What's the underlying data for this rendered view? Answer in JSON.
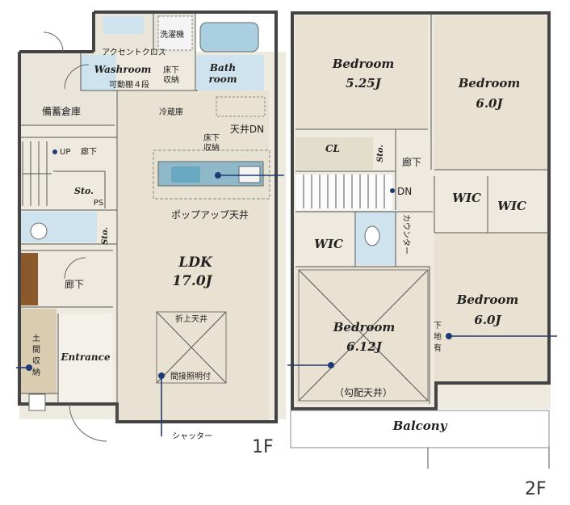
{
  "floor1": {
    "floor_label": "1F",
    "rooms": {
      "ldk_name": "LDK",
      "ldk_size": "17.0J",
      "washroom": "Washroom",
      "laundry": "洗濯機",
      "accent_cloth": "アクセントクロス",
      "shelf": "可動棚４段",
      "underfloor_1a": "床下",
      "underfloor_1b": "収納",
      "bath_1": "Bath",
      "bath_2": "room",
      "storage": "備蓄倉庫",
      "fridge": "冷蔵庫",
      "ceiling_dn": "天井DN",
      "underfloor_2a": "床下",
      "underfloor_2b": "収納",
      "up": "UP",
      "corridor_1": "廊下",
      "sto_1": "Sto.",
      "ps": "PS",
      "sto_2": "Sto.",
      "popup": "ポップアップ天井",
      "corridor_2": "廊下",
      "entrance": "Entrance",
      "doma_1": "土",
      "doma_2": "間",
      "doma_3": "収",
      "doma_4": "納",
      "fold_ceiling": "折上天井",
      "indirect": "間接照明付",
      "shutter": "シャッター"
    }
  },
  "floor2": {
    "floor_label": "2F",
    "rooms": {
      "bed1_name": "Bedroom",
      "bed1_size": "5.25J",
      "bed2_name": "Bedroom",
      "bed2_size": "6.0J",
      "cl": "CL",
      "sto": "Sto.",
      "corridor": "廊下",
      "dn": "DN",
      "wic_1": "WIC",
      "wic_2": "WIC",
      "wic_3": "WIC",
      "counter": "カウンター",
      "bed3_name": "Bedroom",
      "bed3_size": "6.0J",
      "under_1": "下",
      "under_2": "地",
      "under_3": "有",
      "bed4_name": "Bedroom",
      "bed4_size": "6.12J",
      "slope_ceiling": "（勾配天井）",
      "balcony": "Balcony"
    }
  },
  "colors": {
    "wall": "#444444",
    "floor": "#efeae0",
    "water": "#cfe3ee",
    "pointer": "#1f3b73"
  }
}
